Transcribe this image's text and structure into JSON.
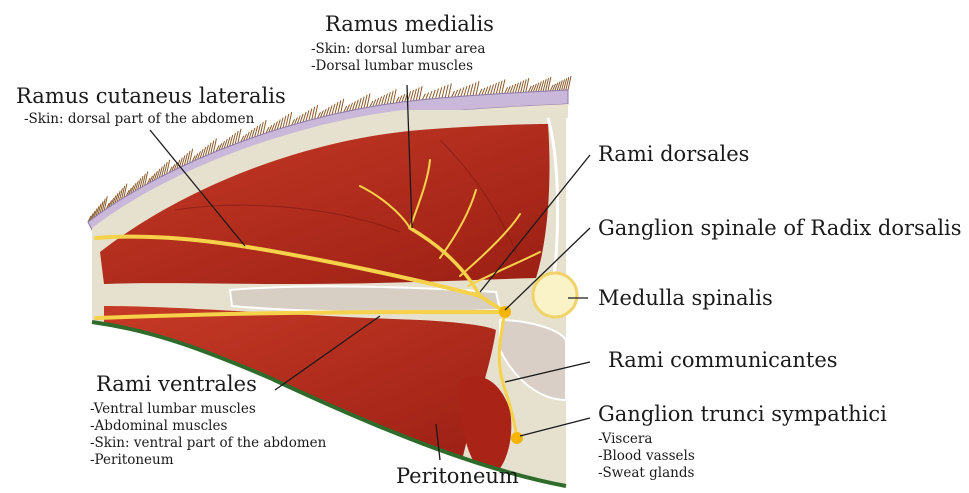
{
  "labels": {
    "ramus_medialis": {
      "title": "Ramus medialis",
      "notes": [
        "-Skin: dorsal lumbar area",
        "-Dorsal lumbar muscles"
      ]
    },
    "ramus_cutaneus_lateralis": {
      "title": "Ramus cutaneus lateralis",
      "notes": [
        "-Skin: dorsal part of the abdomen"
      ]
    },
    "rami_dorsales": {
      "title": "Rami dorsales"
    },
    "ganglion_spinale": {
      "title": "Ganglion spinale of Radix dorsalis"
    },
    "medulla_spinalis": {
      "title": "Medulla spinalis"
    },
    "rami_communicantes": {
      "title": "Rami communicantes"
    },
    "ganglion_trunci": {
      "title": "Ganglion trunci sympathici",
      "notes": [
        "-Viscera",
        "-Blood vassels",
        "-Sweat glands"
      ]
    },
    "rami_ventrales": {
      "title": "Rami ventrales",
      "notes": [
        "-Ventral lumbar muscles",
        "-Abdominal muscles",
        "-Skin: ventral part of the abdomen",
        "-Peritoneum"
      ]
    },
    "peritoneum": {
      "title": "Peritoneum"
    }
  },
  "colors": {
    "muscle": "#b52a1c",
    "muscle_dark": "#8e1c12",
    "fascia": "#e6e0cf",
    "skin": "#c9b8d9",
    "hair": "#8a5a2b",
    "nerve": "#f6d24a",
    "peritoneum": "#2f6b2a",
    "bone": "#d9cfc6",
    "leader": "#1a1a1a"
  }
}
